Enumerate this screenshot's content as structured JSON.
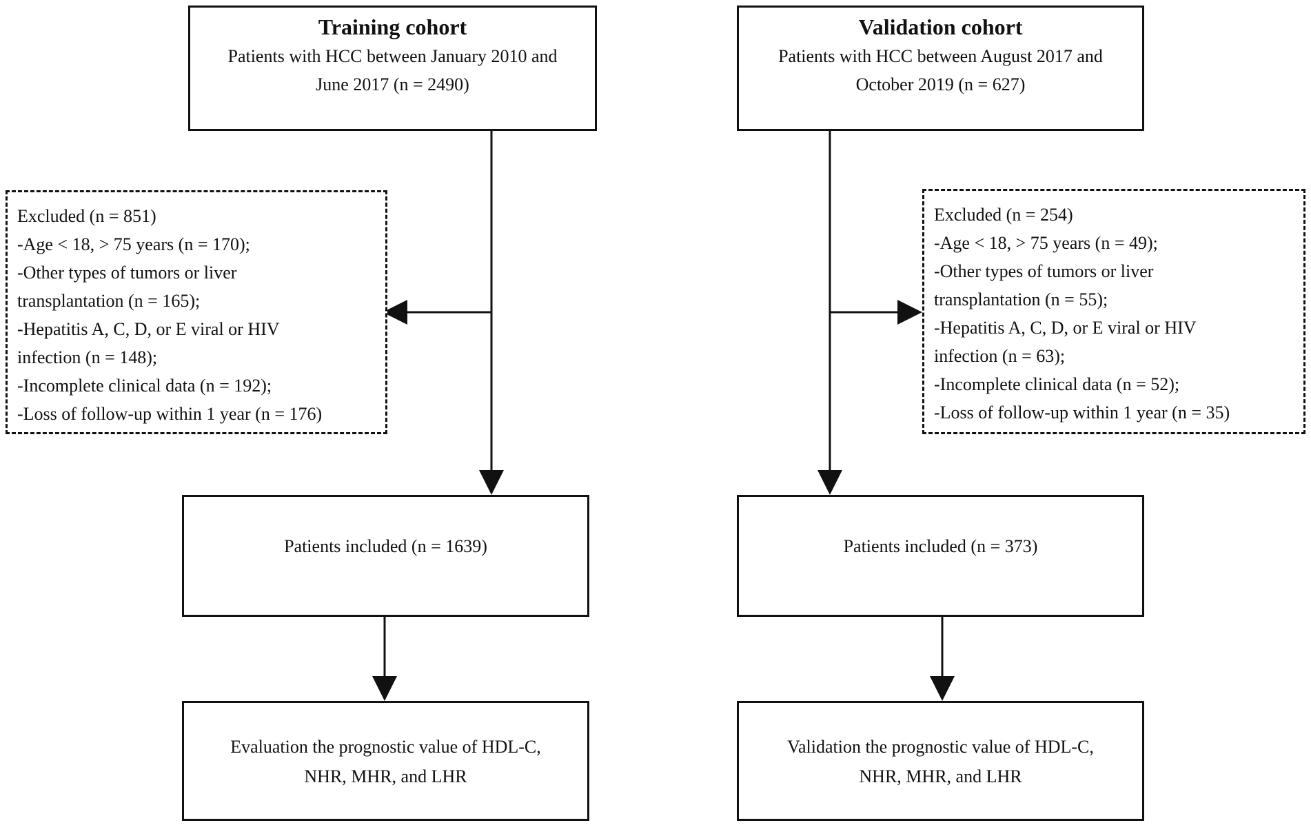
{
  "training": {
    "title": "Training cohort",
    "description_lines": [
      "Patients with HCC between January 2010 and",
      "June 2017 (n = 2490)"
    ],
    "excluded_lines": [
      "Excluded (n = 851)",
      "-Age < 18, > 75 years (n = 170);",
      "-Other types of tumors or liver",
      "transplantation (n = 165);",
      "-Hepatitis A, C, D, or E viral  or HIV",
      "infection (n = 148);",
      "-Incomplete clinical data (n = 192);",
      "-Loss of follow-up within 1 year (n = 176)"
    ],
    "included": "Patients included (n = 1639)",
    "evaluation_lines": [
      "Evaluation the prognostic value of HDL-C,",
      "NHR, MHR, and LHR"
    ]
  },
  "validation": {
    "title": "Validation cohort",
    "description_lines": [
      "Patients with HCC between  August 2017 and",
      "October 2019 (n = 627)"
    ],
    "excluded_lines": [
      "Excluded (n = 254)",
      "-Age < 18, > 75 years (n = 49);",
      "-Other types of tumors or liver",
      "transplantation (n = 55);",
      "-Hepatitis A, C, D, or E viral  or HIV",
      "infection (n = 63);",
      "-Incomplete clinical data (n = 52);",
      "-Loss of follow-up within 1 year (n = 35)"
    ],
    "included": "Patients included (n = 373)",
    "evaluation_lines": [
      "Validation the prognostic value of HDL-C,",
      "NHR, MHR, and LHR"
    ]
  }
}
